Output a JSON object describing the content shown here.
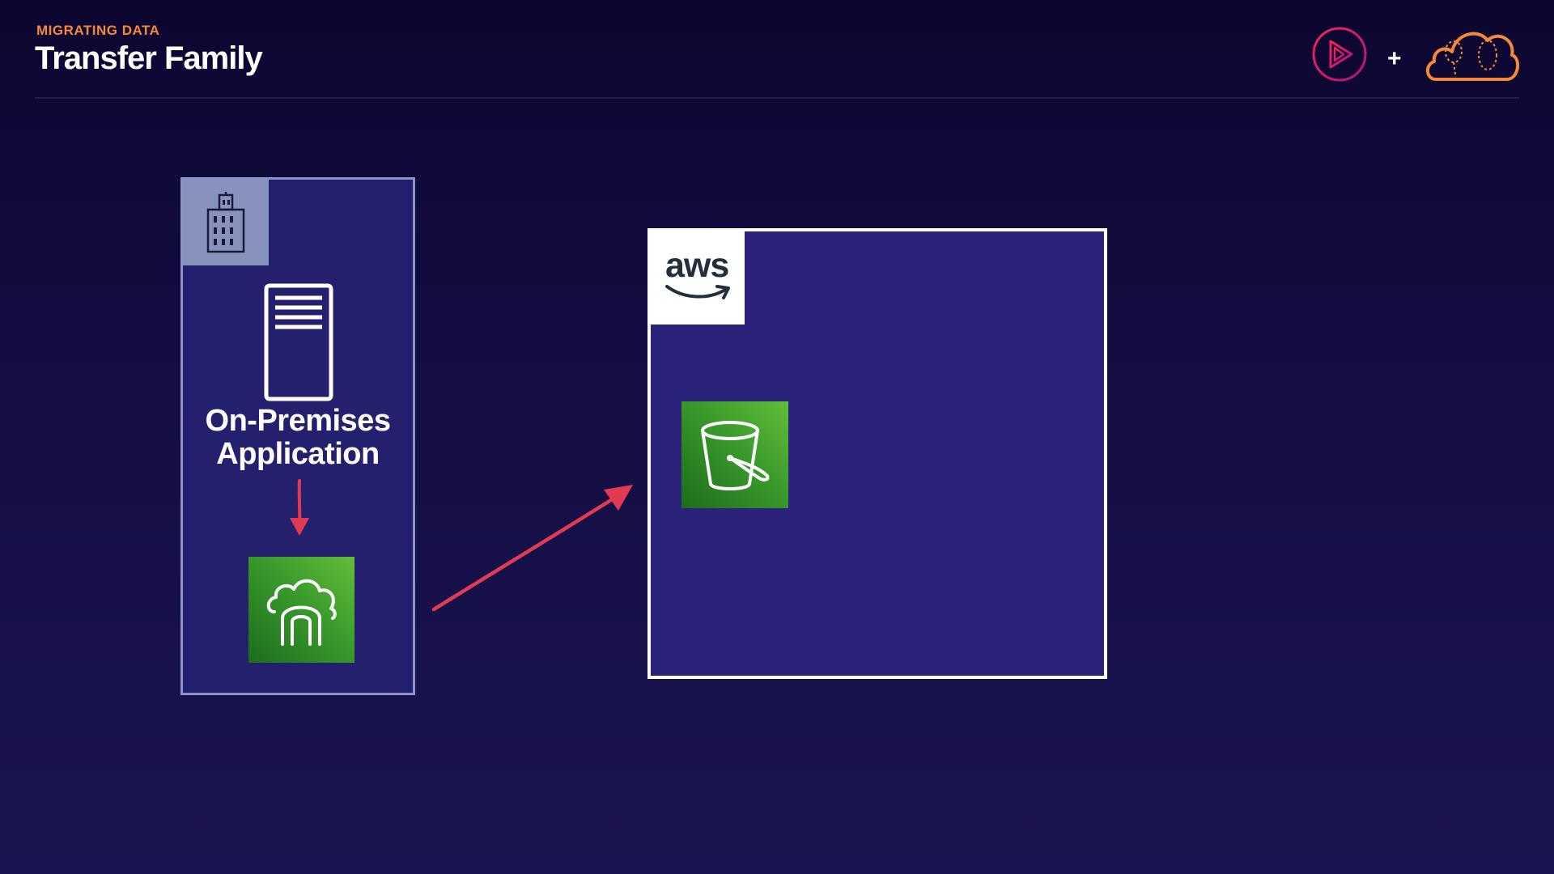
{
  "header": {
    "section": "MIGRATING DATA",
    "title": "Transfer Family"
  },
  "branding": {
    "left_logo_icon": "play-circle-icon",
    "separator": "+",
    "right_logo_icon": "cloud-balloons-icon",
    "play_color": "#e6246b",
    "cloud_color": "#f4883b"
  },
  "diagram": {
    "onprem": {
      "tab_icon": "office-building-icon",
      "server_icon": "server-icon",
      "label_line1": "On-Premises",
      "label_line2": "Application",
      "gateway_icon": "transfer-family-gateway-icon"
    },
    "aws": {
      "logo_text": "aws",
      "bucket_icon": "s3-bucket-icon"
    },
    "arrow_color": "#e23a53",
    "tile_color": "#3a9a2c"
  }
}
